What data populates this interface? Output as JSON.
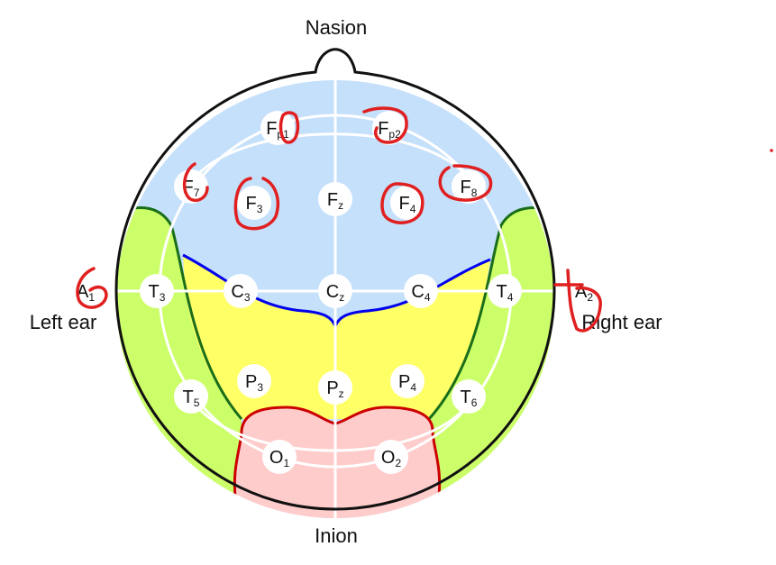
{
  "labels": {
    "top": "Nasion",
    "bottom": "Inion",
    "left": "Left ear",
    "right": "Right ear"
  },
  "electrodes": [
    {
      "id": "fp1",
      "main": "F",
      "sub": "p1"
    },
    {
      "id": "fp2",
      "main": "F",
      "sub": "p2"
    },
    {
      "id": "f7",
      "main": "F",
      "sub": "7"
    },
    {
      "id": "f3",
      "main": "F",
      "sub": "3"
    },
    {
      "id": "fz",
      "main": "F",
      "sub": "z"
    },
    {
      "id": "f4",
      "main": "F",
      "sub": "4"
    },
    {
      "id": "f8",
      "main": "F",
      "sub": "8"
    },
    {
      "id": "a1",
      "main": "A",
      "sub": "1"
    },
    {
      "id": "t3",
      "main": "T",
      "sub": "3"
    },
    {
      "id": "c3",
      "main": "C",
      "sub": "3"
    },
    {
      "id": "cz",
      "main": "C",
      "sub": "z"
    },
    {
      "id": "c4",
      "main": "C",
      "sub": "4"
    },
    {
      "id": "t4",
      "main": "T",
      "sub": "4"
    },
    {
      "id": "a2",
      "main": "A",
      "sub": "2"
    },
    {
      "id": "t5",
      "main": "T",
      "sub": "5"
    },
    {
      "id": "p3",
      "main": "P",
      "sub": "3"
    },
    {
      "id": "pz",
      "main": "P",
      "sub": "z"
    },
    {
      "id": "p4",
      "main": "P",
      "sub": "4"
    },
    {
      "id": "t6",
      "main": "T",
      "sub": "6"
    },
    {
      "id": "o1",
      "main": "O",
      "sub": "1"
    },
    {
      "id": "o2",
      "main": "O",
      "sub": "2"
    }
  ],
  "colors": {
    "frontal": "#c5e0fb",
    "temporal": "#ccfe6a",
    "parietal": "#ffff66",
    "occipital": "#ffcccc",
    "outline": "#111111",
    "temporal_border": "#1a6e1a",
    "parietal_border": "#0000ee",
    "occipital_border": "#cc0000",
    "annotation": "#e02020"
  }
}
